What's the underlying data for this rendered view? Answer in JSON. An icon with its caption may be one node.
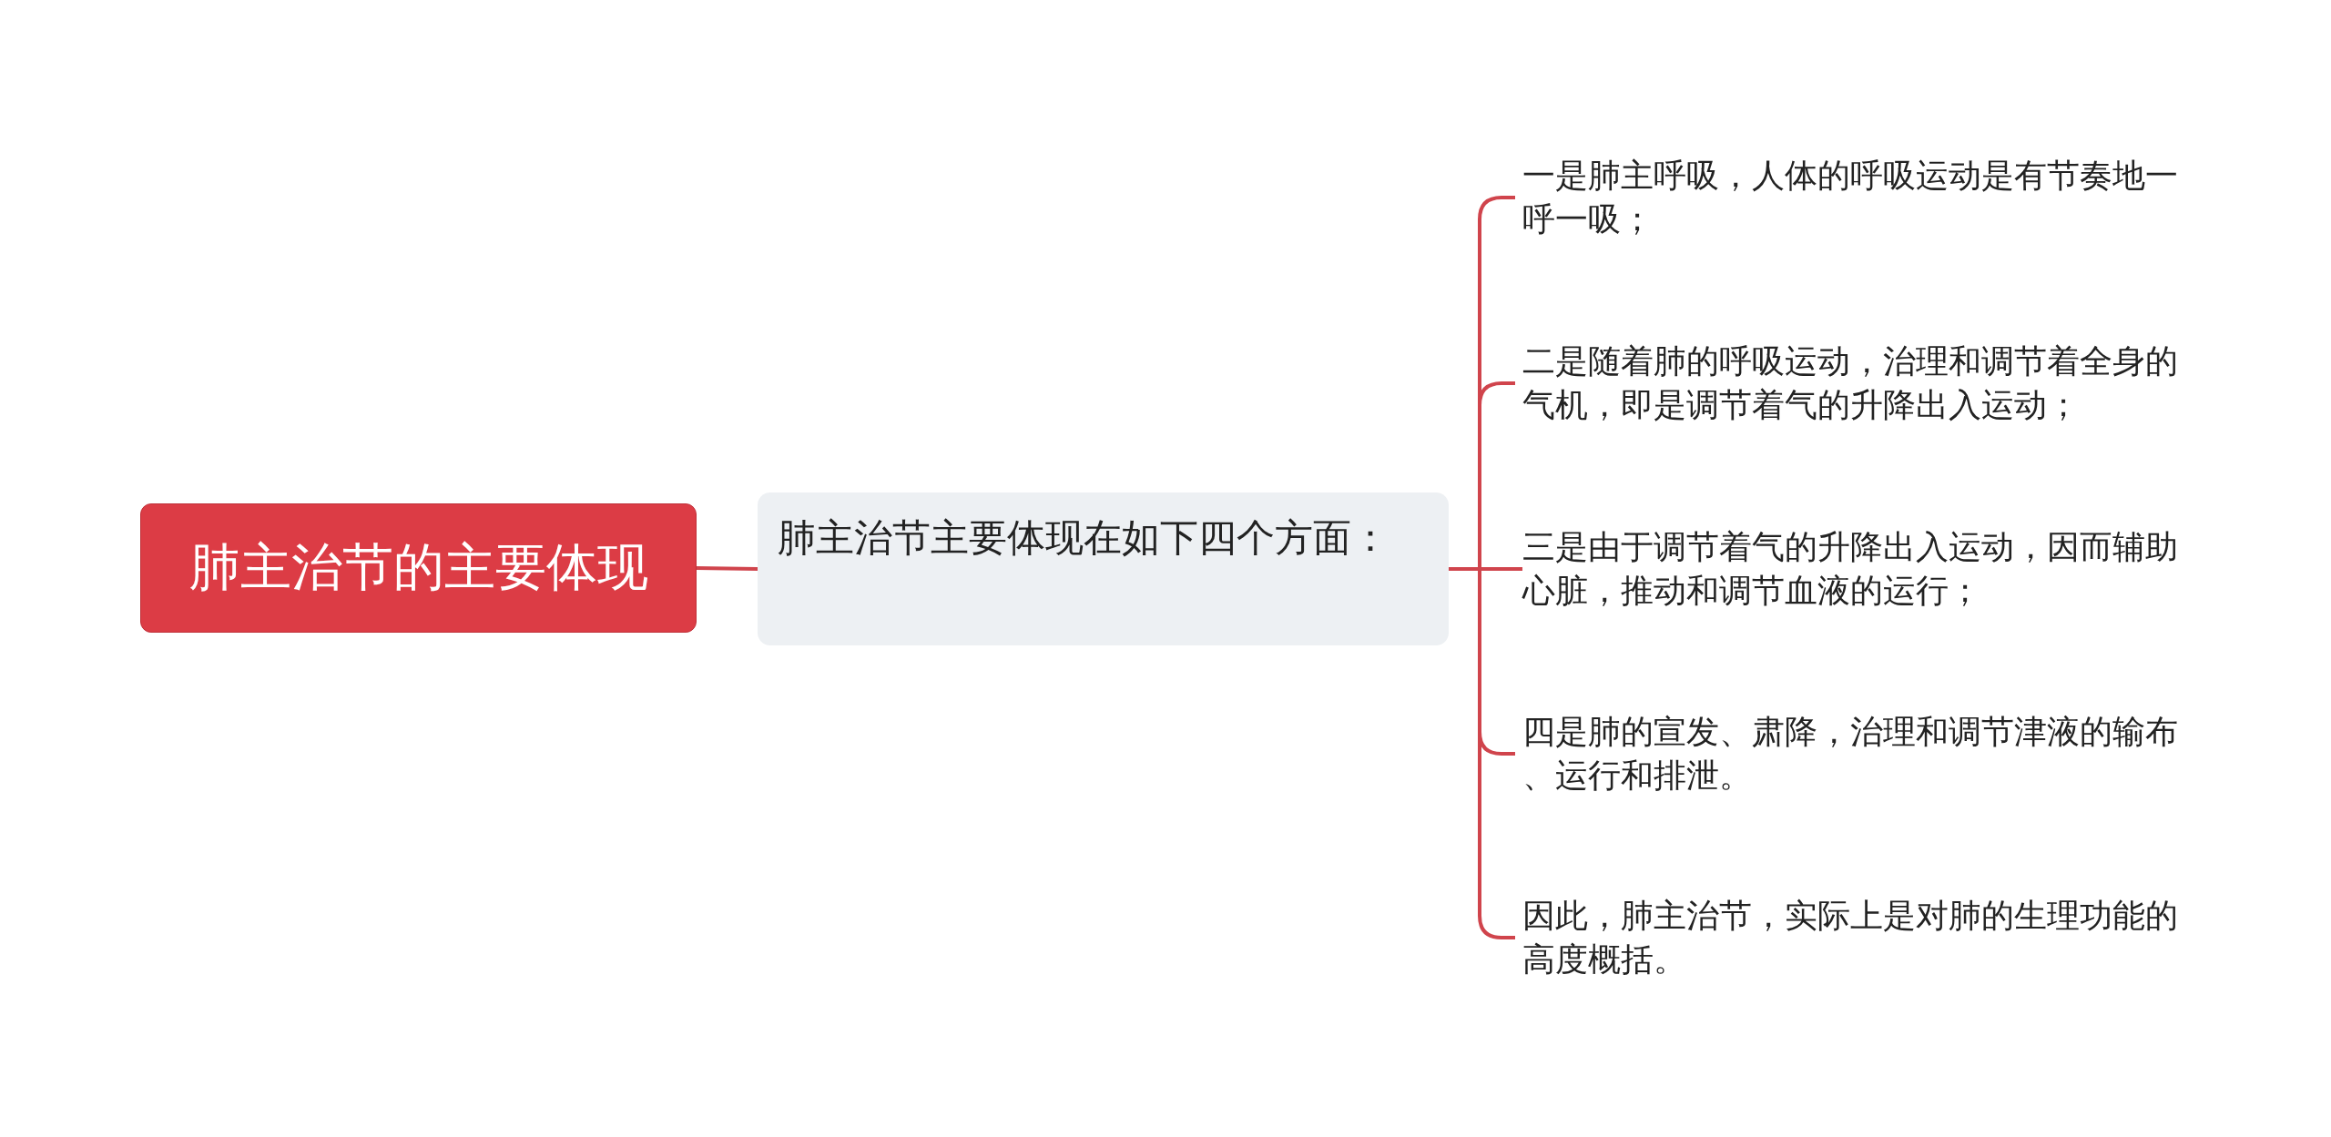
{
  "diagram": {
    "nodes": [
      {
        "text": [
          "肺主治节的主要体现"
        ]
      },
      {
        "text": [
          "肺主治节主要体现在如下四个方面："
        ]
      },
      {
        "text": [
          "一是肺主呼吸，人体的呼吸运动是有节奏地一呼一吸；"
        ]
      },
      {
        "text": [
          "二是随着肺的呼吸运动，治理和调节着全身的气机，即是调节着气的升降出入运动；"
        ]
      },
      {
        "text": [
          "三是由于调节着气的升降出入运动，因而辅助心脏，推动和调节血液的运行；"
        ]
      },
      {
        "text": [
          "四是肺的宣发、肃降，治理和调节津液的输布、运行和排泄。"
        ]
      },
      {
        "text": [
          "因此，肺主治节，实际上是对肺的生理功能的高度概括。"
        ]
      }
    ],
    "edges": [
      {
        "from": 0,
        "to": 1,
        "arrow": "none"
      },
      {
        "from": 1,
        "to": 2,
        "arrow": "none"
      },
      {
        "from": 1,
        "to": 3,
        "arrow": "none"
      },
      {
        "from": 1,
        "to": 4,
        "arrow": "none"
      },
      {
        "from": 1,
        "to": 5,
        "arrow": "none"
      },
      {
        "from": 1,
        "to": 6,
        "arrow": "none"
      }
    ]
  }
}
